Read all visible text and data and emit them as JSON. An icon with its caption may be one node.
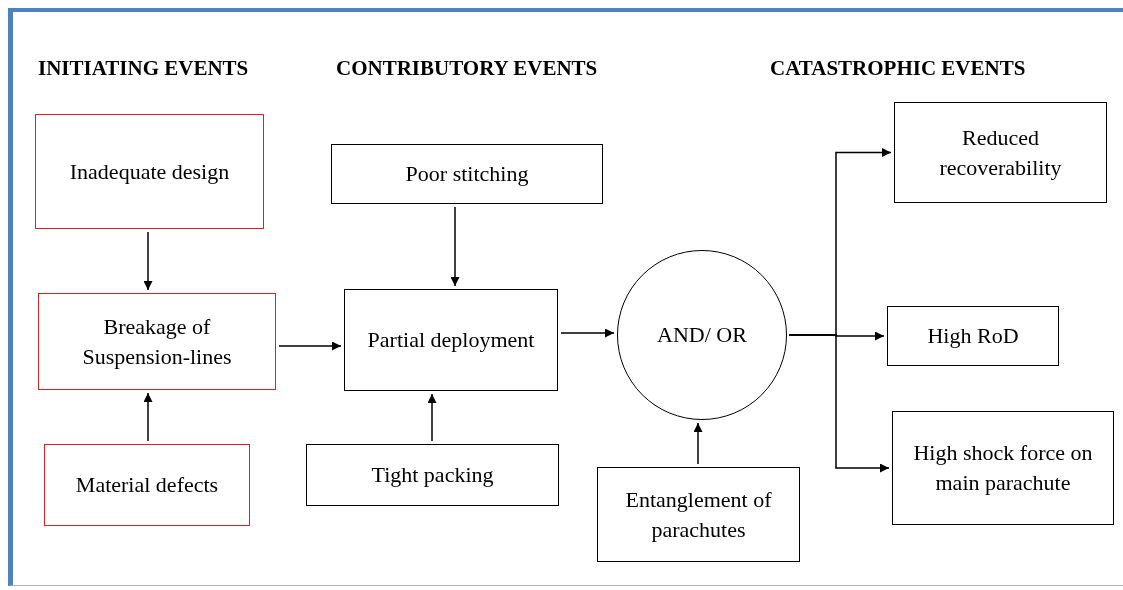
{
  "diagram": {
    "nodes": [
      {
        "text": [
          "Inadequate design"
        ]
      },
      {
        "text": [
          "Breakage of Suspension-lines"
        ]
      },
      {
        "text": [
          "Material defects"
        ]
      },
      {
        "text": [
          "Poor stitching"
        ]
      },
      {
        "text": [
          "Partial deployment"
        ]
      },
      {
        "text": [
          "Tight packing"
        ]
      },
      {
        "text": [
          "AND/ OR"
        ]
      },
      {
        "text": [
          "Entanglement of parachutes"
        ]
      },
      {
        "text": [
          "Reduced recoverability"
        ]
      },
      {
        "text": [
          "High RoD"
        ]
      },
      {
        "text": [
          "High shock force on main parachute"
        ]
      }
    ],
    "edges": [
      {
        "from": 0,
        "to": 1,
        "arrow": "to"
      },
      {
        "from": 2,
        "to": 1,
        "arrow": "to"
      },
      {
        "from": 1,
        "to": 4,
        "arrow": "to"
      },
      {
        "from": 3,
        "to": 4,
        "arrow": "to"
      },
      {
        "from": 5,
        "to": 4,
        "arrow": "to"
      },
      {
        "from": 4,
        "to": 6,
        "arrow": "to"
      },
      {
        "from": 7,
        "to": 6,
        "arrow": "to"
      },
      {
        "from": 6,
        "to": 8,
        "arrow": "to"
      },
      {
        "from": 6,
        "to": 9,
        "arrow": "to"
      },
      {
        "from": 6,
        "to": 10,
        "arrow": "to"
      }
    ],
    "labels": [
      "INITIATING EVENTS",
      "CONTRIBUTORY EVENTS",
      "CATASTROPHIC EVENTS"
    ]
  }
}
